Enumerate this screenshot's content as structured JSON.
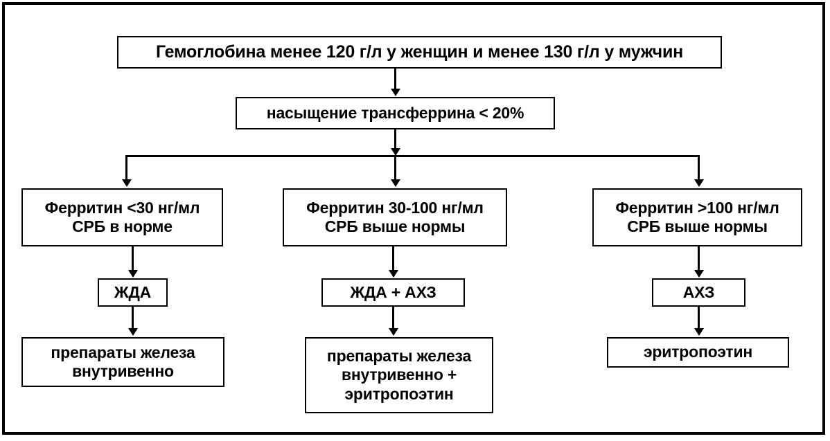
{
  "diagram": {
    "title_text": "",
    "colors": {
      "line": "#000000",
      "node_border": "#000000",
      "node_fill": "#ffffff",
      "text": "#000000",
      "frame": "#000000"
    },
    "nodes": {
      "hemoglobin": {
        "lines": [
          "Гемоглобина менее 120 г/л у женщин и менее 130 г/л у мужчин"
        ]
      },
      "transferrin": {
        "lines": [
          "насыщение трансферрина < 20%"
        ]
      },
      "ferritin_low": {
        "line1": "Ферритин <30 нг/мл",
        "line2": "СРБ в норме"
      },
      "ferritin_mid": {
        "line1": "Ферритин 30-100 нг/мл",
        "line2": "СРБ выше нормы"
      },
      "ferritin_high": {
        "line1": "Ферритин >100 нг/мл",
        "line2": "СРБ выше нормы"
      },
      "dx_ida": {
        "line1": "ЖДА"
      },
      "dx_ida_acd": {
        "line1": "ЖДА + АХЗ"
      },
      "dx_acd": {
        "line1": "АХЗ"
      },
      "tx_iron": {
        "line1": "препараты железа",
        "line2": "внутривенно"
      },
      "tx_iron_epo": {
        "line1": "препараты железа",
        "line2": "внутривенно  +",
        "line3": "эритропоэтин"
      },
      "tx_epo": {
        "line1": "эритропоэтин"
      }
    },
    "connectors": {
      "labels": {
        "hb_to_tsat": "",
        "tsat_to_branch": "",
        "branch_left": "",
        "branch_center": "",
        "branch_right": ""
      }
    }
  }
}
